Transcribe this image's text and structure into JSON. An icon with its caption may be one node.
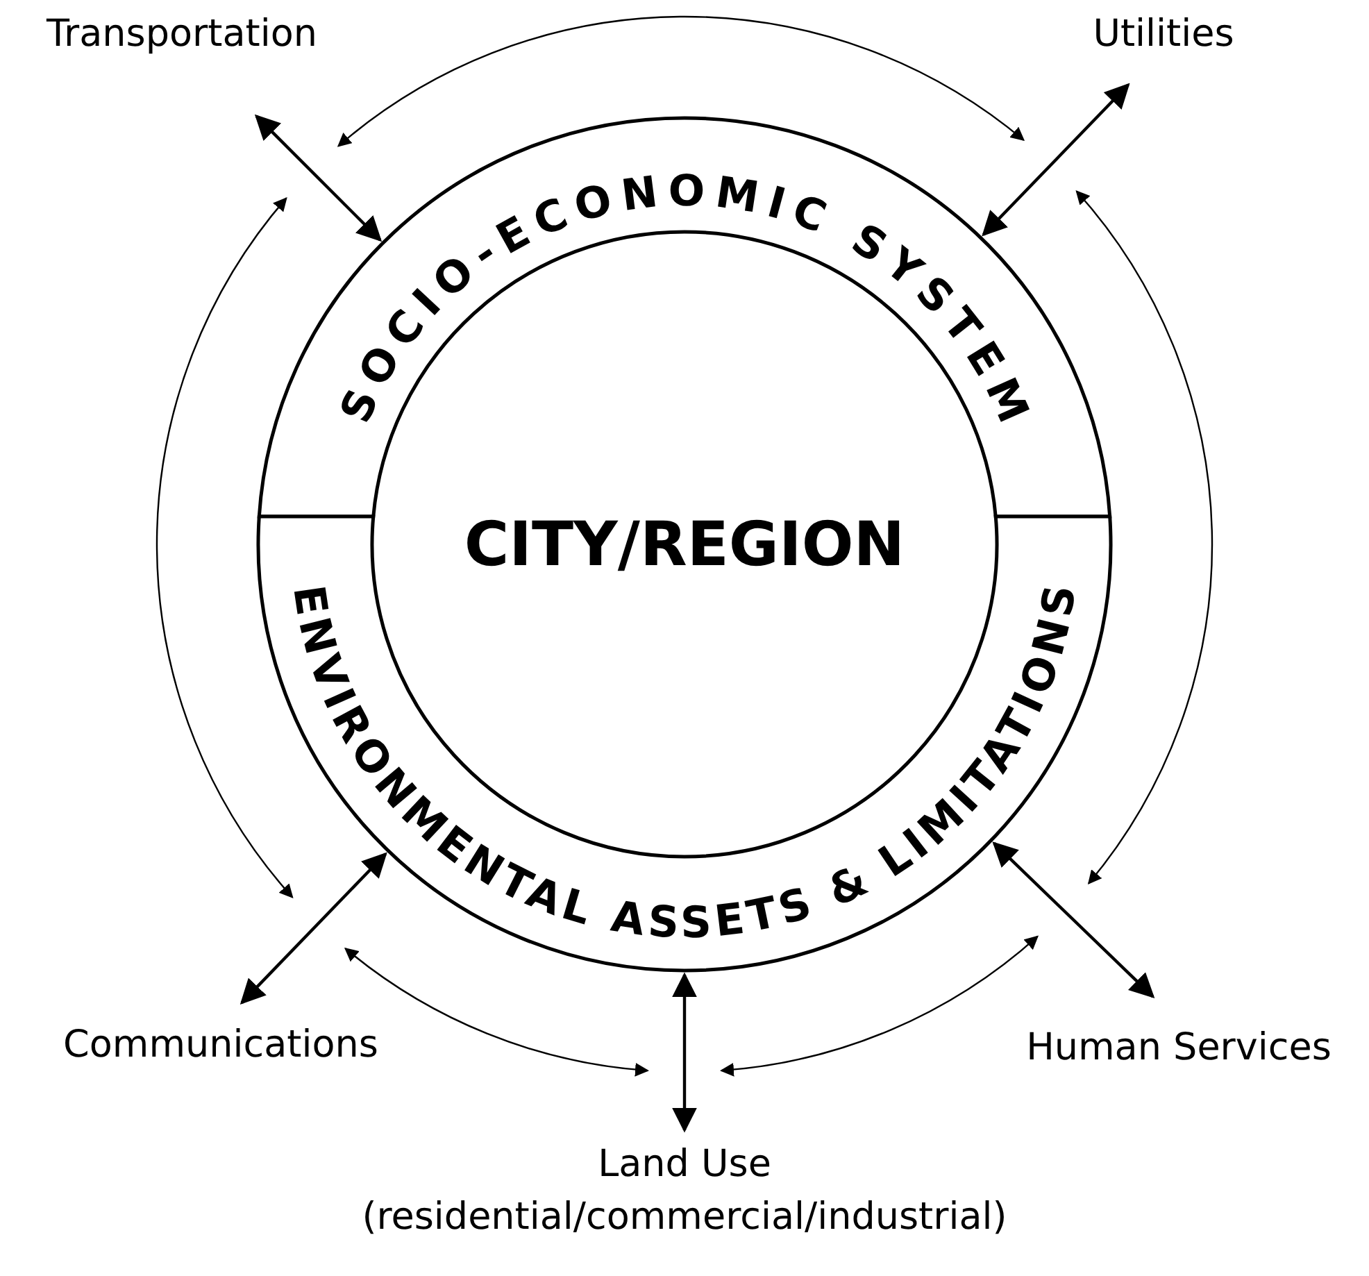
{
  "diagram": {
    "nodes": [
      {
        "text": [
          "Transportation"
        ]
      },
      {
        "text": [
          "Utilities"
        ]
      },
      {
        "text": [
          "SOCIO-ECONOMIC SYSTEM"
        ]
      },
      {
        "text": [
          "CITY/REGION"
        ]
      },
      {
        "text": [
          "ENVIRONMENTAL ASSETS & LIMITATIONS"
        ]
      },
      {
        "text": [
          "Communications"
        ]
      },
      {
        "text": [
          "Human Services"
        ]
      },
      {
        "text": [
          "Land Use",
          "(residential/commercial/industrial)"
        ]
      }
    ],
    "edges": [
      {
        "from": 0,
        "to": 2,
        "arrow": "both"
      },
      {
        "from": 1,
        "to": 2,
        "arrow": "both"
      },
      {
        "from": 5,
        "to": 4,
        "arrow": "both"
      },
      {
        "from": 6,
        "to": 4,
        "arrow": "both"
      },
      {
        "from": 7,
        "to": 4,
        "arrow": "both"
      },
      {
        "from": 0,
        "to": 1,
        "arrow": "both"
      },
      {
        "from": 6,
        "to": 1,
        "arrow": "both"
      },
      {
        "from": 6,
        "to": 7,
        "arrow": "both"
      },
      {
        "from": 7,
        "to": 5,
        "arrow": "both"
      },
      {
        "from": 0,
        "to": 5,
        "arrow": "both"
      }
    ]
  }
}
